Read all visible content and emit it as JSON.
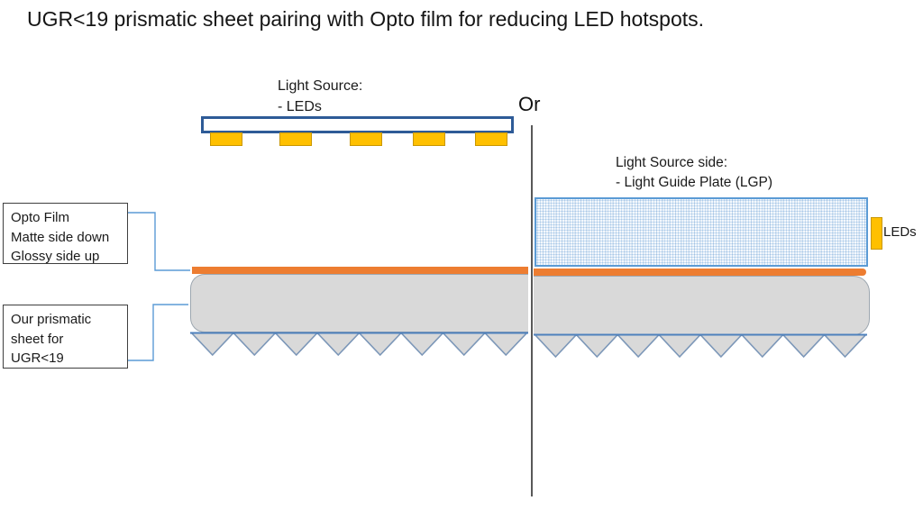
{
  "title": "UGR<19 prismatic sheet pairing with Opto film for reducing LED hotspots.",
  "or_label": "Or",
  "left_diagram": {
    "light_source_line1": "Light Source:",
    "light_source_line2": "- LEDs"
  },
  "right_diagram": {
    "light_source_line1": "Light Source side:",
    "light_source_line2": "- Light Guide Plate (LGP)",
    "leds_label": "LEDs"
  },
  "callouts": {
    "opto_film": {
      "line1": "Opto Film",
      "line2": "Matte side down",
      "line3": "Glossy side up"
    },
    "prismatic_sheet": {
      "line1": "Our prismatic",
      "line2": "sheet for",
      "line3": "UGR<19"
    }
  },
  "colors": {
    "opto_film_orange": "#ED7D31",
    "led_yellow": "#FFC000",
    "lgp_border_blue": "#5B9BD5",
    "sheet_gray": "#D9D9D9",
    "connector_blue": "#5B9BD5",
    "board_border_blue": "#2E5B97",
    "divider_gray": "#595959",
    "prism_edge_blue": "#7C97B8"
  }
}
